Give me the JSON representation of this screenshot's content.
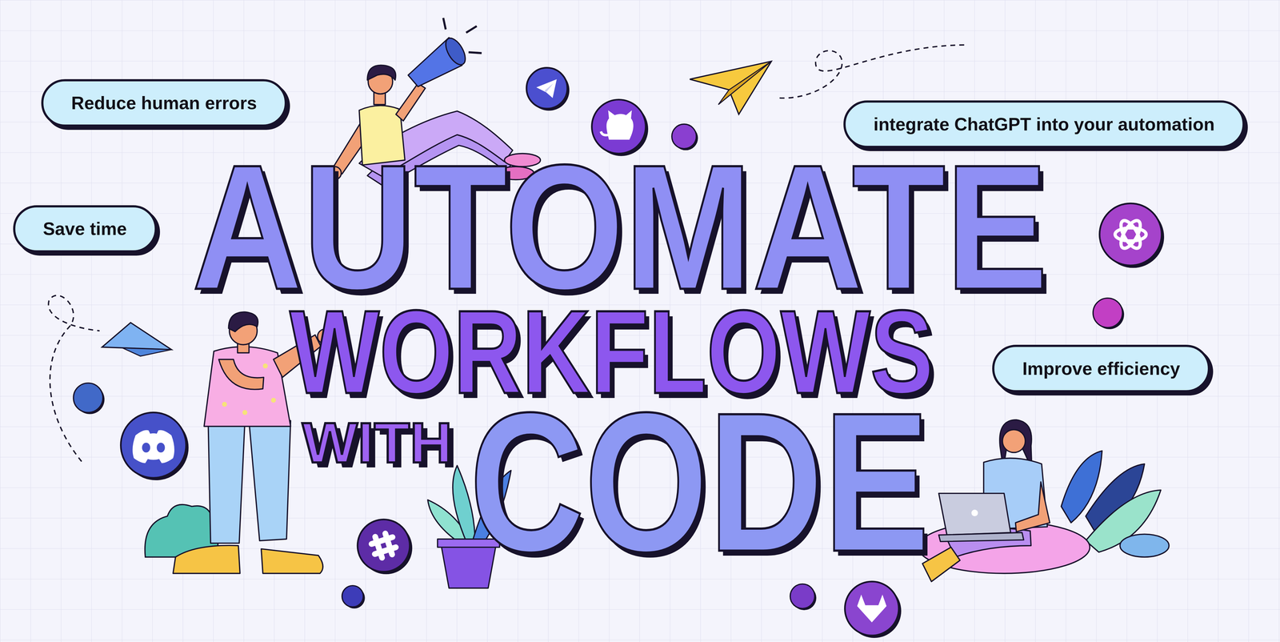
{
  "diagram": {
    "nodes": [
      {
        "text": [
          "Reduce human errors"
        ]
      },
      {
        "text": [
          "integrate ChatGPT into your automation"
        ]
      },
      {
        "text": [
          "Save time"
        ]
      },
      {
        "text": [
          "Improve efficiency"
        ]
      }
    ],
    "labels": [
      "AUTOMATE",
      "WORKFLOWS",
      "WITH",
      "CODE"
    ]
  }
}
